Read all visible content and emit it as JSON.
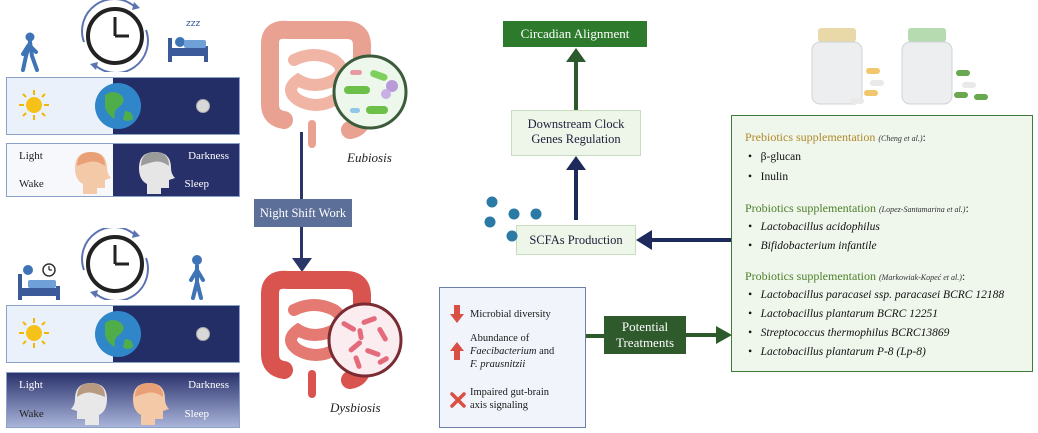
{
  "left_top": {
    "light": "Light",
    "darkness": "Darkness",
    "wake": "Wake",
    "sleep": "Sleep"
  },
  "left_bottom": {
    "light": "Light",
    "darkness": "Darkness",
    "wake": "Wake",
    "sleep": "Sleep"
  },
  "center": {
    "eubiosis": "Eubiosis",
    "night_shift": "Night Shift Work",
    "dysbiosis": "Dysbiosis"
  },
  "flow": {
    "circadian": "Circadian Alignment",
    "clock_genes_l1": "Downstream Clock",
    "clock_genes_l2": "Genes Regulation",
    "scfa": "SCFAs Production",
    "potential_l1": "Potential",
    "potential_l2": "Treatments"
  },
  "dysbiosis_effects": {
    "microbial": "Microbial diversity",
    "abundance_l1": "Abundance of",
    "abundance_l2a": "Faecibacterium",
    "abundance_l2b": " and",
    "abundance_l3": "F. prausnitzii",
    "impaired_l1": "Impaired gut-brain",
    "impaired_l2": "axis signaling"
  },
  "treatments": {
    "prebiotics": {
      "title": "Prebiotics supplementation",
      "cite": "(Cheng et al.)",
      "colon": ":",
      "items": [
        "β-glucan",
        "Inulin"
      ]
    },
    "probiotics1": {
      "title": "Probiotics supplementation",
      "cite": "(Lopez-Santamarina et al.)",
      "colon": ":",
      "items": [
        "Lactobacillus acidophilus",
        "Bifidobacterium infantile"
      ]
    },
    "probiotics2": {
      "title": "Probiotics supplementation",
      "cite": "(Markowiak-Kopeć et al.)",
      "colon": ":",
      "items": [
        "Lactobacillus paracasei ssp. paracasei BCRC 12188",
        "Lactobacillus plantarum BCRC 12251",
        "Streptococcus thermophilus BCRC13869",
        "Lactobacillus plantarum P-8 (Lp-8)"
      ]
    }
  },
  "colors": {
    "green_dark": "#2d7a2c",
    "navy": "#1f2a5c",
    "slate_box": "#5b6f99",
    "prebiotic_title": "#b0892a",
    "probiotic_title": "#4d7f28"
  }
}
